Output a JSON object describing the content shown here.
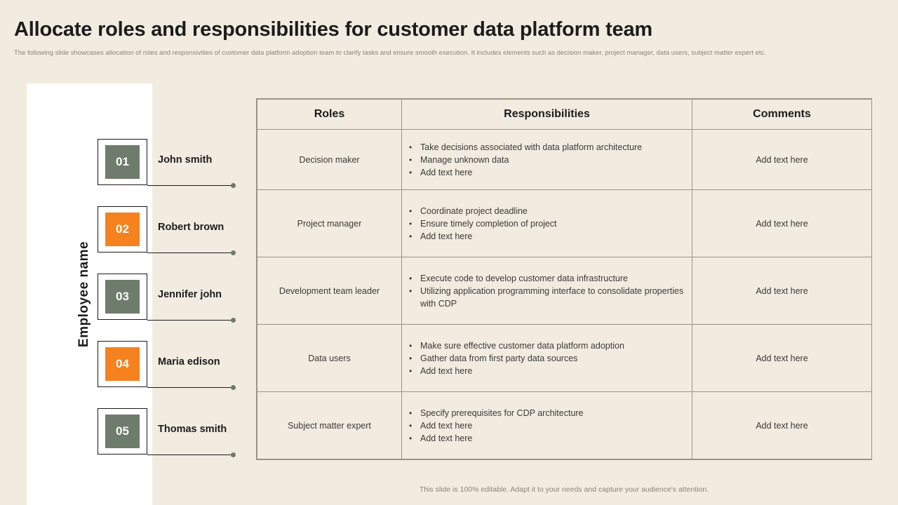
{
  "header": {
    "title": "Allocate roles and responsibilities for customer data platform team",
    "subtitle": "The following slide showcases allocation of roles and responsivities of customer data platform adoption team to clarify tasks and ensure smooth execution. It includes elements such as decision maker, project manager, data users, subject matter expert etc."
  },
  "sidebar": {
    "axis_label": "Employee  name",
    "employees": [
      {
        "number": "01",
        "name": "John smith",
        "color": "#6e7c6c"
      },
      {
        "number": "02",
        "name": "Robert brown",
        "color": "#f5821f"
      },
      {
        "number": "03",
        "name": "Jennifer john",
        "color": "#6e7c6c"
      },
      {
        "number": "04",
        "name": "Maria edison",
        "color": "#f5821f"
      },
      {
        "number": "05",
        "name": "Thomas smith",
        "color": "#6e7c6c"
      }
    ]
  },
  "table": {
    "columns": [
      "Roles",
      "Responsibilities",
      "Comments"
    ],
    "rows": [
      {
        "role": "Decision maker",
        "responsibilities": [
          "Take decisions associated with data platform architecture",
          "Manage  unknown data",
          "Add text here"
        ],
        "comment": "Add text here"
      },
      {
        "role": "Project manager",
        "responsibilities": [
          "Coordinate project deadline",
          "Ensure timely completion of project",
          "Add text here"
        ],
        "comment": "Add text here"
      },
      {
        "role": "Development team leader",
        "responsibilities": [
          "Execute code to develop customer data infrastructure",
          "Utilizing  application  programming interface to consolidate properties with CDP"
        ],
        "comment": "Add text here"
      },
      {
        "role": "Data users",
        "responsibilities": [
          "Make  sure effective customer data platform adoption",
          "Gather data from first party data sources",
          "Add text here"
        ],
        "comment": "Add text here"
      },
      {
        "role": "Subject matter expert",
        "responsibilities": [
          "Specify prerequisites for CDP architecture",
          "Add text here",
          "Add text here"
        ],
        "comment": "Add text here"
      }
    ]
  },
  "footer": {
    "note": "This slide is 100% editable. Adapt it to your needs and capture your audience's attention."
  },
  "theme": {
    "background": "#f2ece0",
    "accent_orange": "#f5821f",
    "accent_green": "#6e7c6c",
    "text_dark": "#1c1c1c",
    "border_gray": "#9a9488"
  }
}
